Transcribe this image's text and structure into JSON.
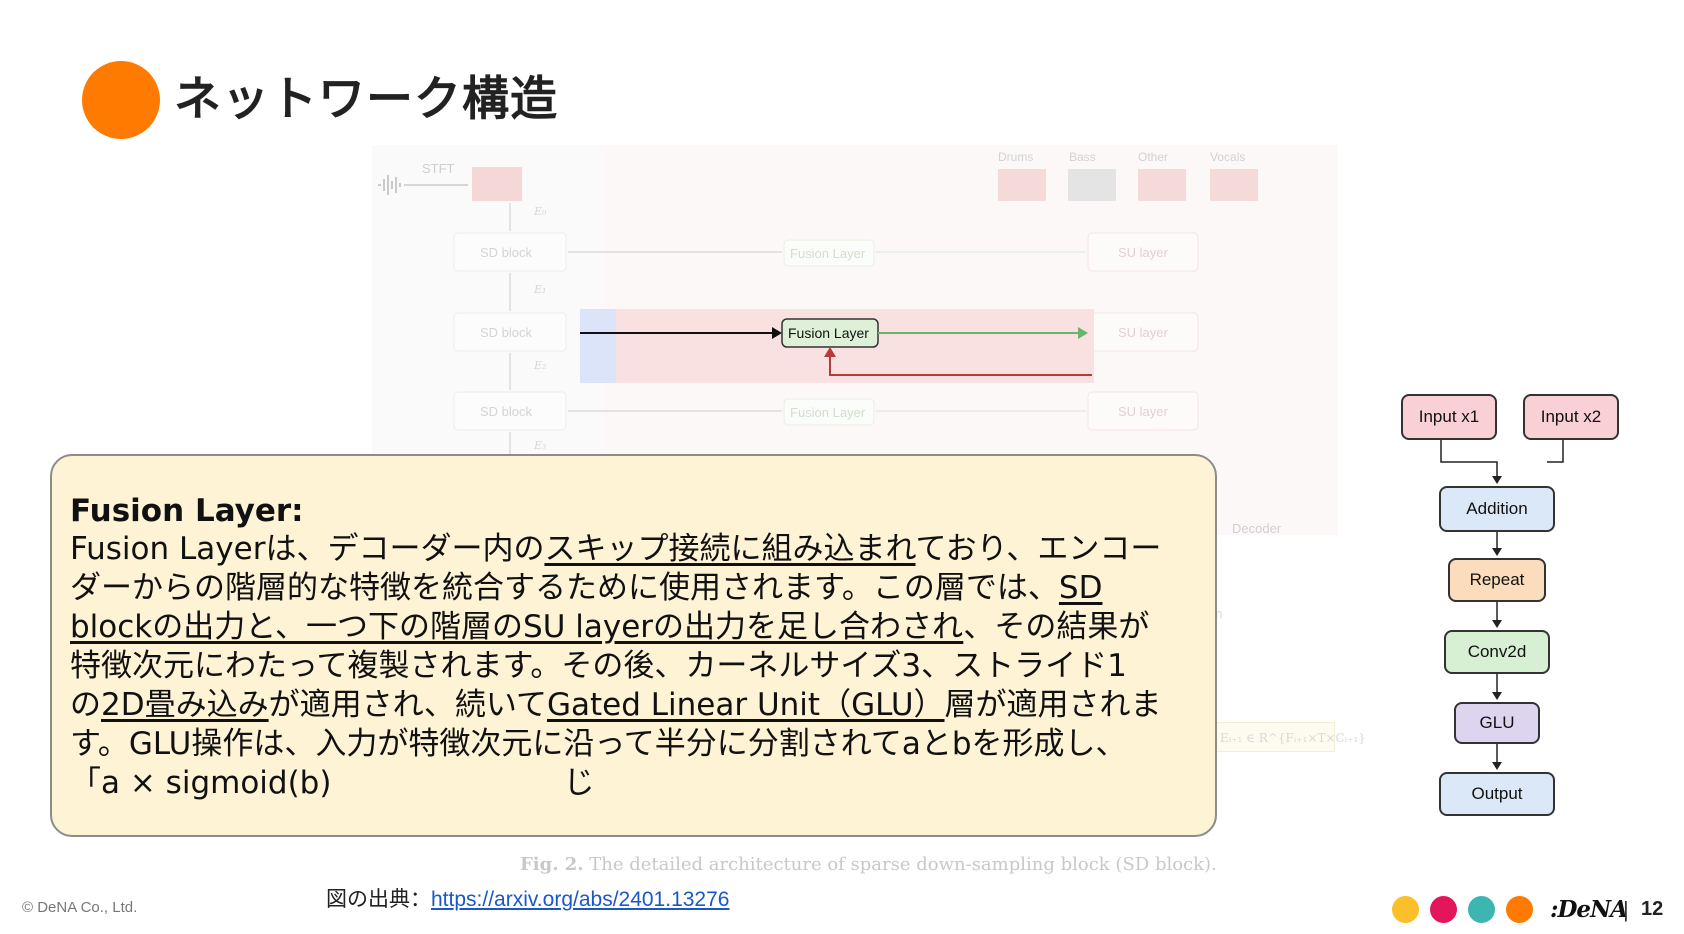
{
  "slide": {
    "title": "ネットワーク構造",
    "page_number": "12",
    "copyright": "© DeNA Co., Ltd.",
    "brand": ":DeNA",
    "separator": "|",
    "accent_color": "#ff7a00",
    "brand_dots": [
      "#fbbf2b",
      "#e3165b",
      "#3db5b0",
      "#ff7a00"
    ]
  },
  "source": {
    "label": "図の出典：",
    "link_text": "https://arxiv.org/abs/2401.13276"
  },
  "figure": {
    "stft_label": "STFT",
    "stem_labels": [
      "Drums",
      "Bass",
      "Other",
      "Vocals"
    ],
    "encoder_labels": [
      "E₀",
      "E₁",
      "E₂",
      "E₃"
    ],
    "sd_block_label": "SD block",
    "fusion_layer_label": "Fusion Layer",
    "su_layer_label": "SU layer",
    "decoder_label": "Decoder",
    "caption_fig": "Fig. 2.",
    "caption_text": "The detailed architecture of sparse down-sampling block (SD block).",
    "side_snippet_a": "n",
    "side_snippet_b": "Eᵢ₊₁ ∈ R^{Fᵢ₊₁×T×Cᵢ₊₁}"
  },
  "callout": {
    "heading": "Fusion Layer:",
    "line1_a": "Fusion Layerは、デコーダー内の",
    "line1_u": "スキップ接続に組み込まれ",
    "line1_b": "ており、エンコー",
    "line2_a": "ダーからの階層的な特徴を統合するために使用されます。この層では、",
    "line2_u": "SD",
    "line3_u": "blockの出力と、一つ下の階層のSU layerの出力を足し合わされ",
    "line3_b": "、その結果が",
    "line4": "特徴次元にわたって複製されます。その後、カーネルサイズ3、ストライド1",
    "line5_a": "の",
    "line5_u1": "2D畳み込み",
    "line5_b": "が適用され、続いて",
    "line5_u2": "Gated Linear Unit（GLU）",
    "line5_c": "層が適用されま",
    "line6": "す。GLU操作は、入力が特徴次元に沿って半分に分割されてaとbを形成し、",
    "line7_a": "「a × sigmoid(b)",
    "line7_b": "じ"
  },
  "flow": {
    "input1": "Input x1",
    "input2": "Input x2",
    "addition": "Addition",
    "repeat": "Repeat",
    "conv2d": "Conv2d",
    "glu": "GLU",
    "output": "Output",
    "colors": {
      "input": "#f9d0d6",
      "addition": "#dbe8f8",
      "repeat": "#fbdcbd",
      "conv2d": "#d7efd3",
      "glu": "#ddd4f0",
      "output": "#dbe8f8"
    }
  }
}
